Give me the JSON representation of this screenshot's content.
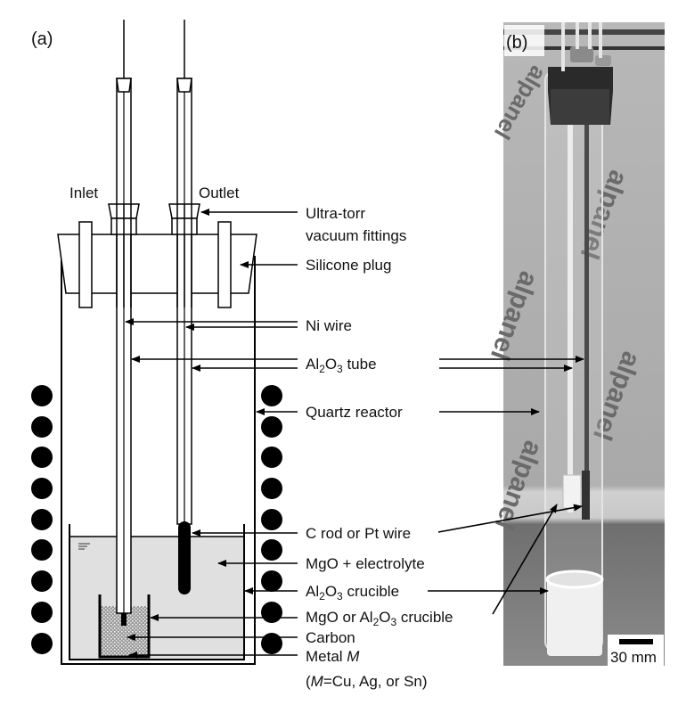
{
  "panels": {
    "a": "(a)",
    "b": "(b)"
  },
  "labels": {
    "inlet": "Inlet",
    "outlet": "Outlet",
    "fittings_line1": "Ultra-torr",
    "fittings_line2": "vacuum fittings",
    "plug": "Silicone plug",
    "ni_wire": "Ni wire",
    "tube_pre": "Al",
    "tube_sub1": "2",
    "tube_mid": "O",
    "tube_sub2": "3",
    "tube_post": " tube",
    "quartz": "Quartz reactor",
    "c_rod": "C rod or Pt wire",
    "electrolyte": "MgO + electrolyte",
    "crucible_pre": "Al",
    "crucible_sub1": "2",
    "crucible_mid": "O",
    "crucible_sub2": "3",
    "crucible_post": " crucible",
    "inner_crucible_pre": "MgO or Al",
    "inner_crucible_sub1": "2",
    "inner_crucible_mid": "O",
    "inner_crucible_sub2": "3",
    "inner_crucible_post": " crucible",
    "carbon": "Carbon",
    "metal_pre": "Metal ",
    "metal_italic": "M",
    "metal_note_open": "(",
    "metal_note_italic": "M",
    "metal_note_rest": "=Cu, Ag, or Sn)"
  },
  "scale_bar": {
    "label": "30 mm"
  },
  "photo_watermark": "alpanel"
}
